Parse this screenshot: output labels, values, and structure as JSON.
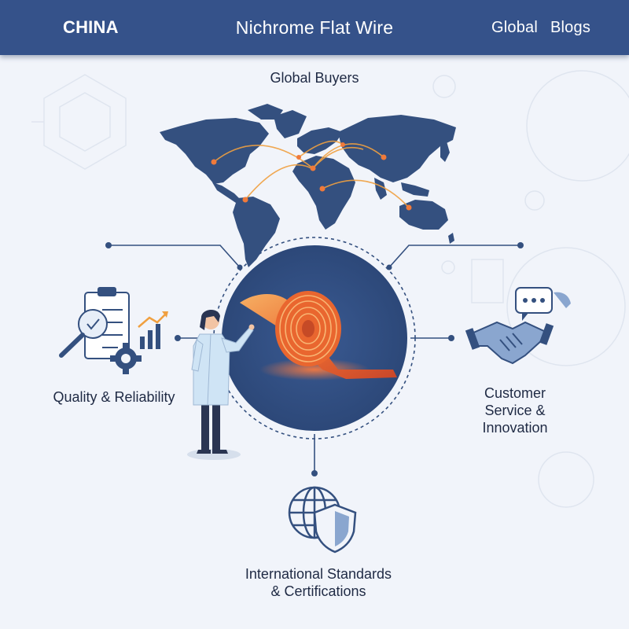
{
  "header": {
    "brand": "CHINA",
    "title": "Nichrome Flat Wire",
    "nav": [
      "Global",
      "Blogs"
    ]
  },
  "map": {
    "title": "Global Buyers"
  },
  "pillars": {
    "quality": "Quality & Reliability",
    "customer": "Customer\nService &\nInnovation",
    "standards": "International Standards\n& Certifications"
  },
  "colors": {
    "header_bg": "#35528a",
    "navy": "#33507f",
    "orange_accent": "#f0a040",
    "page_bg": "#f1f4fa"
  },
  "icons": [
    "magnifier-checklist-icon",
    "gear-icon",
    "growth-chart-icon",
    "handshake-icon",
    "chat-bubble-icon",
    "globe-icon",
    "shield-icon"
  ]
}
